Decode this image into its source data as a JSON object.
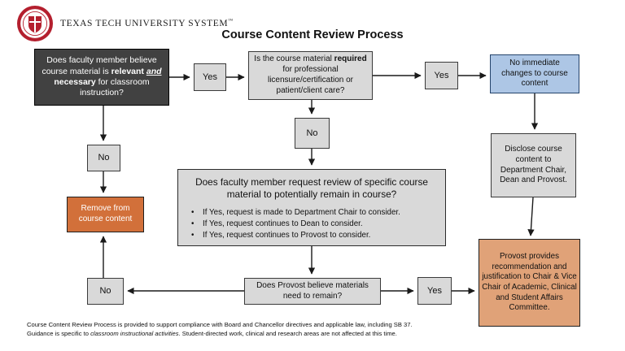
{
  "brand": {
    "name": "TEXAS TECH UNIVERSITY SYSTEM",
    "tm": "™"
  },
  "title": "Course Content Review Process",
  "labels": {
    "yes": "Yes",
    "no": "No"
  },
  "colors": {
    "ttu_red": "#b41f2e",
    "dark_node": "#414141",
    "gray_node": "#d9d9d9",
    "blue_node": "#adc6e5",
    "orange_dark_node": "#d2703a",
    "orange_light_node": "#e0a278"
  },
  "flow": {
    "faculty_question": {
      "p1": "Does faculty member believe course material is ",
      "b1": "relevant ",
      "and_word": "and",
      "b2": " necessary",
      "p2": " for classroom instruction?"
    },
    "material_required": {
      "p1": "Is the course material ",
      "b": "required",
      "p2": " for professional licensure/certification or patient/client care?"
    },
    "no_immediate": "No immediate changes to course content",
    "disclose": "Disclose course content to Department Chair, Dean and Provost.",
    "remove": "Remove from course content",
    "review_request": {
      "question": "Does faculty member request review of specific course material to potentially remain in course?",
      "bullets": [
        "If Yes, request is made to Department Chair to consider.",
        "If Yes, request continues to Dean to consider.",
        "If Yes, request continues to Provost to consider."
      ]
    },
    "provost_question": "Does Provost believe materials need to remain?",
    "provost_recommendation": "Provost provides recommendation and justification to Chair & Vice Chair of Academic, Clinical and Student Affairs Committee."
  },
  "footer": {
    "line1": "Course Content Review Process is provided to support compliance with Board and Chancellor directives and applicable law, including SB 37.",
    "line2_pre": "Guidance is specific to ",
    "line2_italic": "classroom instructional activities",
    "line2_post": ". Student-directed work, clinical and research areas are not affected at this time."
  }
}
